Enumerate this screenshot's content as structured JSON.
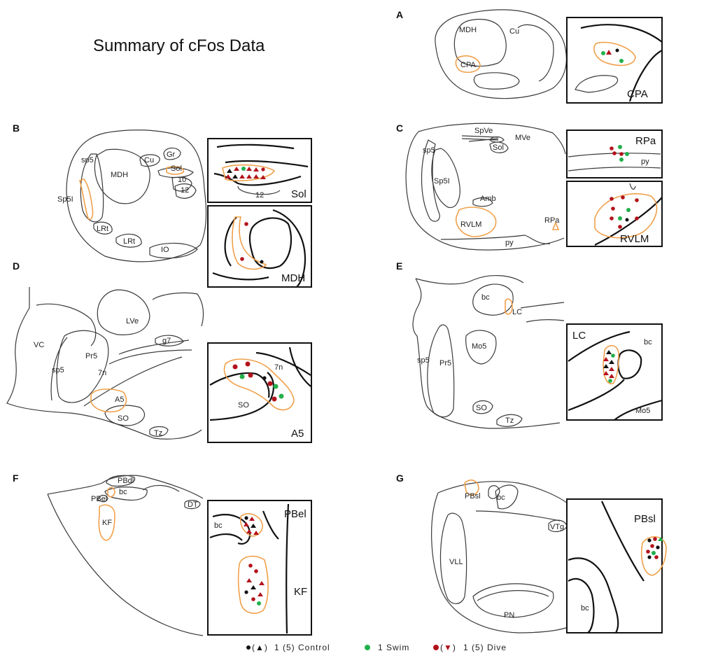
{
  "title": "Summary of cFos Data",
  "colors": {
    "control": "#111111",
    "swim": "#22b04b",
    "dive": "#b3121b",
    "region": "#f0a04a"
  },
  "legend": {
    "control": {
      "symbol": "●(▲)",
      "text": "1 (5) Control"
    },
    "swim": {
      "text": "1 Swim"
    },
    "dive": {
      "symbol": "●(▼)",
      "text": "1 (5) Dive"
    }
  },
  "panels": {
    "A": {
      "letter": "A",
      "inset": "CPA",
      "labels": {
        "mdh": "MDH",
        "cu": "Cu",
        "cpa": "CPA"
      }
    },
    "B": {
      "letter": "B",
      "insets": [
        "Sol",
        "MDH"
      ],
      "labels": {
        "sp5": "sp5",
        "mdh": "MDH",
        "cu": "Cu",
        "gr": "Gr",
        "sol": "Sol",
        "d10": "10",
        "n12": "12",
        "sp5i": "Sp5I",
        "lrt1": "LRt",
        "lrt2": "LRt",
        "io": "IO",
        "inset12": "12"
      }
    },
    "C": {
      "letter": "C",
      "insets": [
        "RPa",
        "RVLM"
      ],
      "labels": {
        "spve": "SpVe",
        "mve": "MVe",
        "sol": "Sol",
        "sp5": "sp5",
        "sp5i": "Sp5I",
        "amb": "Amb",
        "rvlm": "RVLM",
        "rpa": "RPa",
        "py": "py",
        "insetpy": "py"
      }
    },
    "D": {
      "letter": "D",
      "inset": "A5",
      "labels": {
        "lve": "LVe",
        "vc": "VC",
        "pr5": "Pr5",
        "g7": "g7",
        "sp5": "sp5",
        "n7": "7n",
        "a5": "A5",
        "so": "SO",
        "tz": "Tz",
        "inset7n": "7n",
        "insetso": "SO"
      }
    },
    "E": {
      "letter": "E",
      "inset": "LC",
      "labels": {
        "bc": "bc",
        "lc": "LC",
        "mo5": "Mo5",
        "sp5": "sp5",
        "pr5": "Pr5",
        "so": "SO",
        "tz": "Tz",
        "insetbc": "bc",
        "insetmo5": "Mo5"
      }
    },
    "F": {
      "letter": "F",
      "insets": [
        "PBel",
        "KF"
      ],
      "labels": {
        "pbdl": "PBdl",
        "pbel": "PBel",
        "bc": "bc",
        "dt": "DT",
        "kf": "KF",
        "insetbc": "bc"
      }
    },
    "G": {
      "letter": "G",
      "inset": "PBsl",
      "labels": {
        "pbsl": "PBsl",
        "bc": "bc",
        "vtg": "VTg",
        "vll": "VLL",
        "pn": "PN",
        "insetbc": "bc"
      }
    }
  }
}
